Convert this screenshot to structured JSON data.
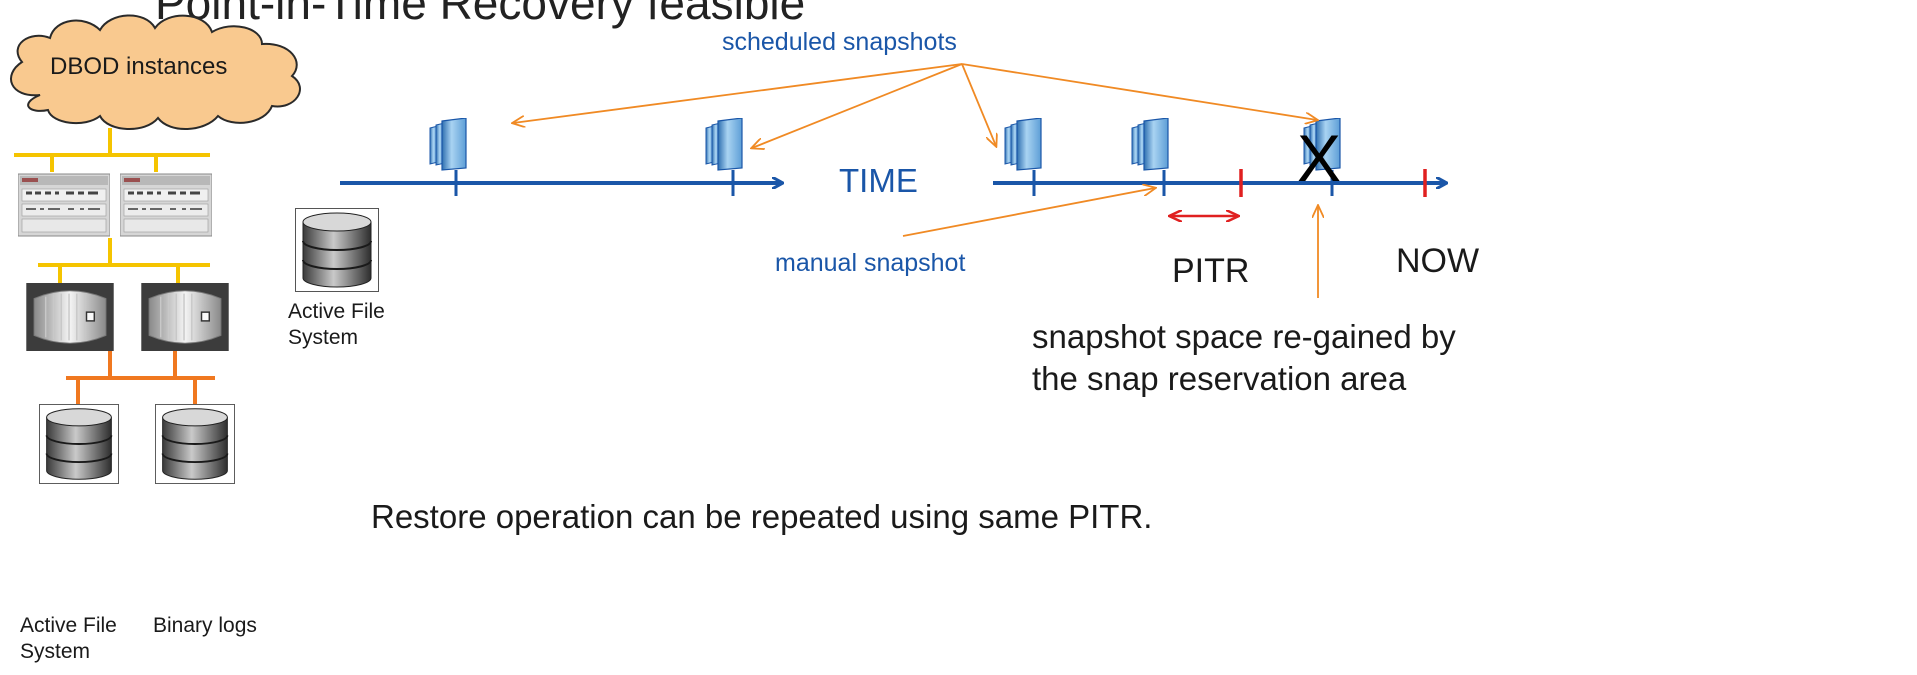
{
  "title": "Point-in-Time Recovery feasible",
  "labels": {
    "scheduled": "scheduled snapshots",
    "time": "TIME",
    "manual": "manual snapshot",
    "pitr": "PITR",
    "now": "NOW",
    "deleted_mark": "X",
    "regained_line1": "snapshot space re-gained by",
    "regained_line2": "the snap reservation area",
    "restore_note": "Restore operation can be repeated using same PITR.",
    "active_fs_mid_line1": "Active File",
    "active_fs_mid_line2": "System",
    "active_fs_left_line1": "Active File",
    "active_fs_left_line2": "System",
    "binary_logs": "Binary logs",
    "cloud": "DBOD instances"
  },
  "icons": {
    "snapshot": "snapshot-stack-icon",
    "database": "database-cylinder-icon",
    "server": "server-rack-icon",
    "storage": "storage-controller-icon",
    "cloud": "cloud-icon"
  },
  "colors": {
    "timeline": "#1a56a8",
    "callout": "#f08a24",
    "pitr": "#e02020",
    "bus_yellow": "#f5c400",
    "bus_orange": "#f07820",
    "cloud_fill": "#f9c98f"
  }
}
